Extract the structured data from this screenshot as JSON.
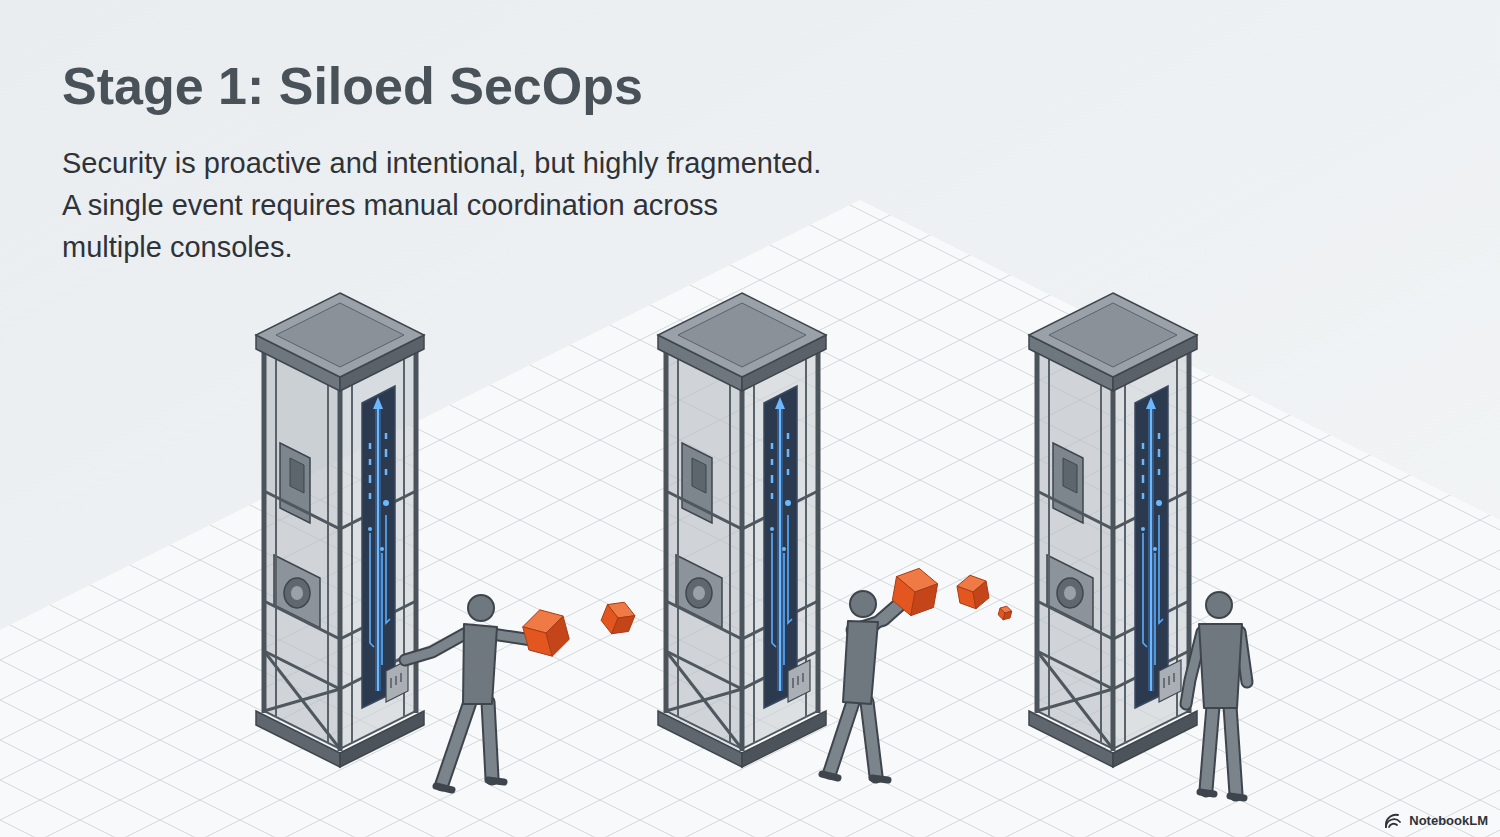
{
  "diagram": {
    "title": "Stage 1: Siloed SecOps",
    "labels": [
      "Security is proactive and intentional, but highly fragmented. A single event requires manual coordination across multiple consoles.",
      "NotebookLM"
    ]
  }
}
